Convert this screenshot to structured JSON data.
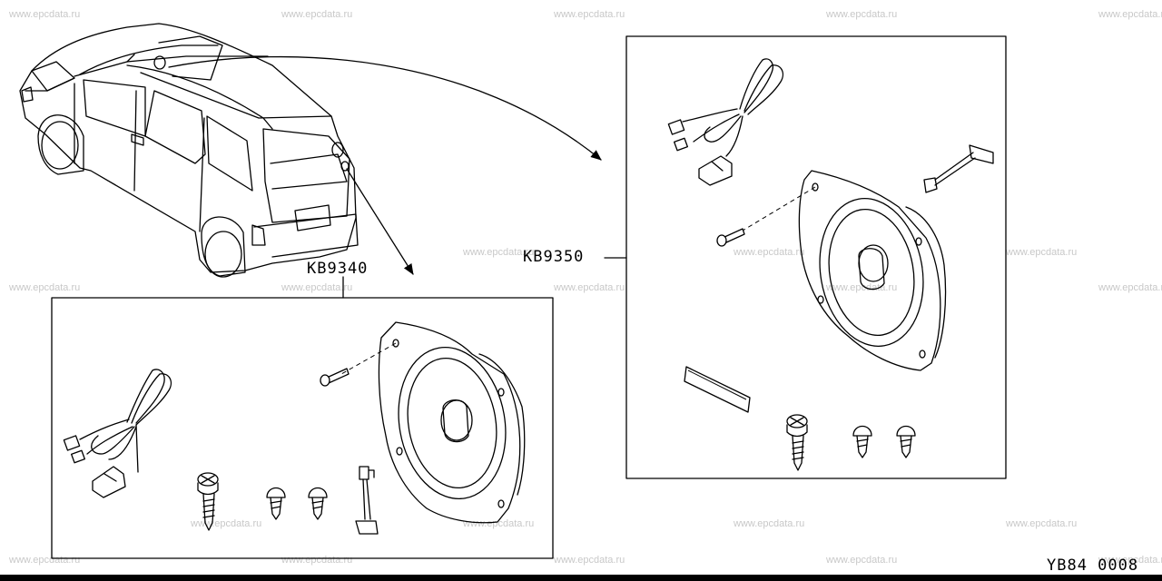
{
  "diagram": {
    "watermark": "www.epcdata.ru",
    "labels": {
      "left_kit": "KB9340",
      "right_kit": "KB9350",
      "diagram_code": "YB84 0008"
    },
    "colors": {
      "line": "#000000",
      "watermark": "#c8c8c8",
      "background": "#ffffff"
    }
  }
}
